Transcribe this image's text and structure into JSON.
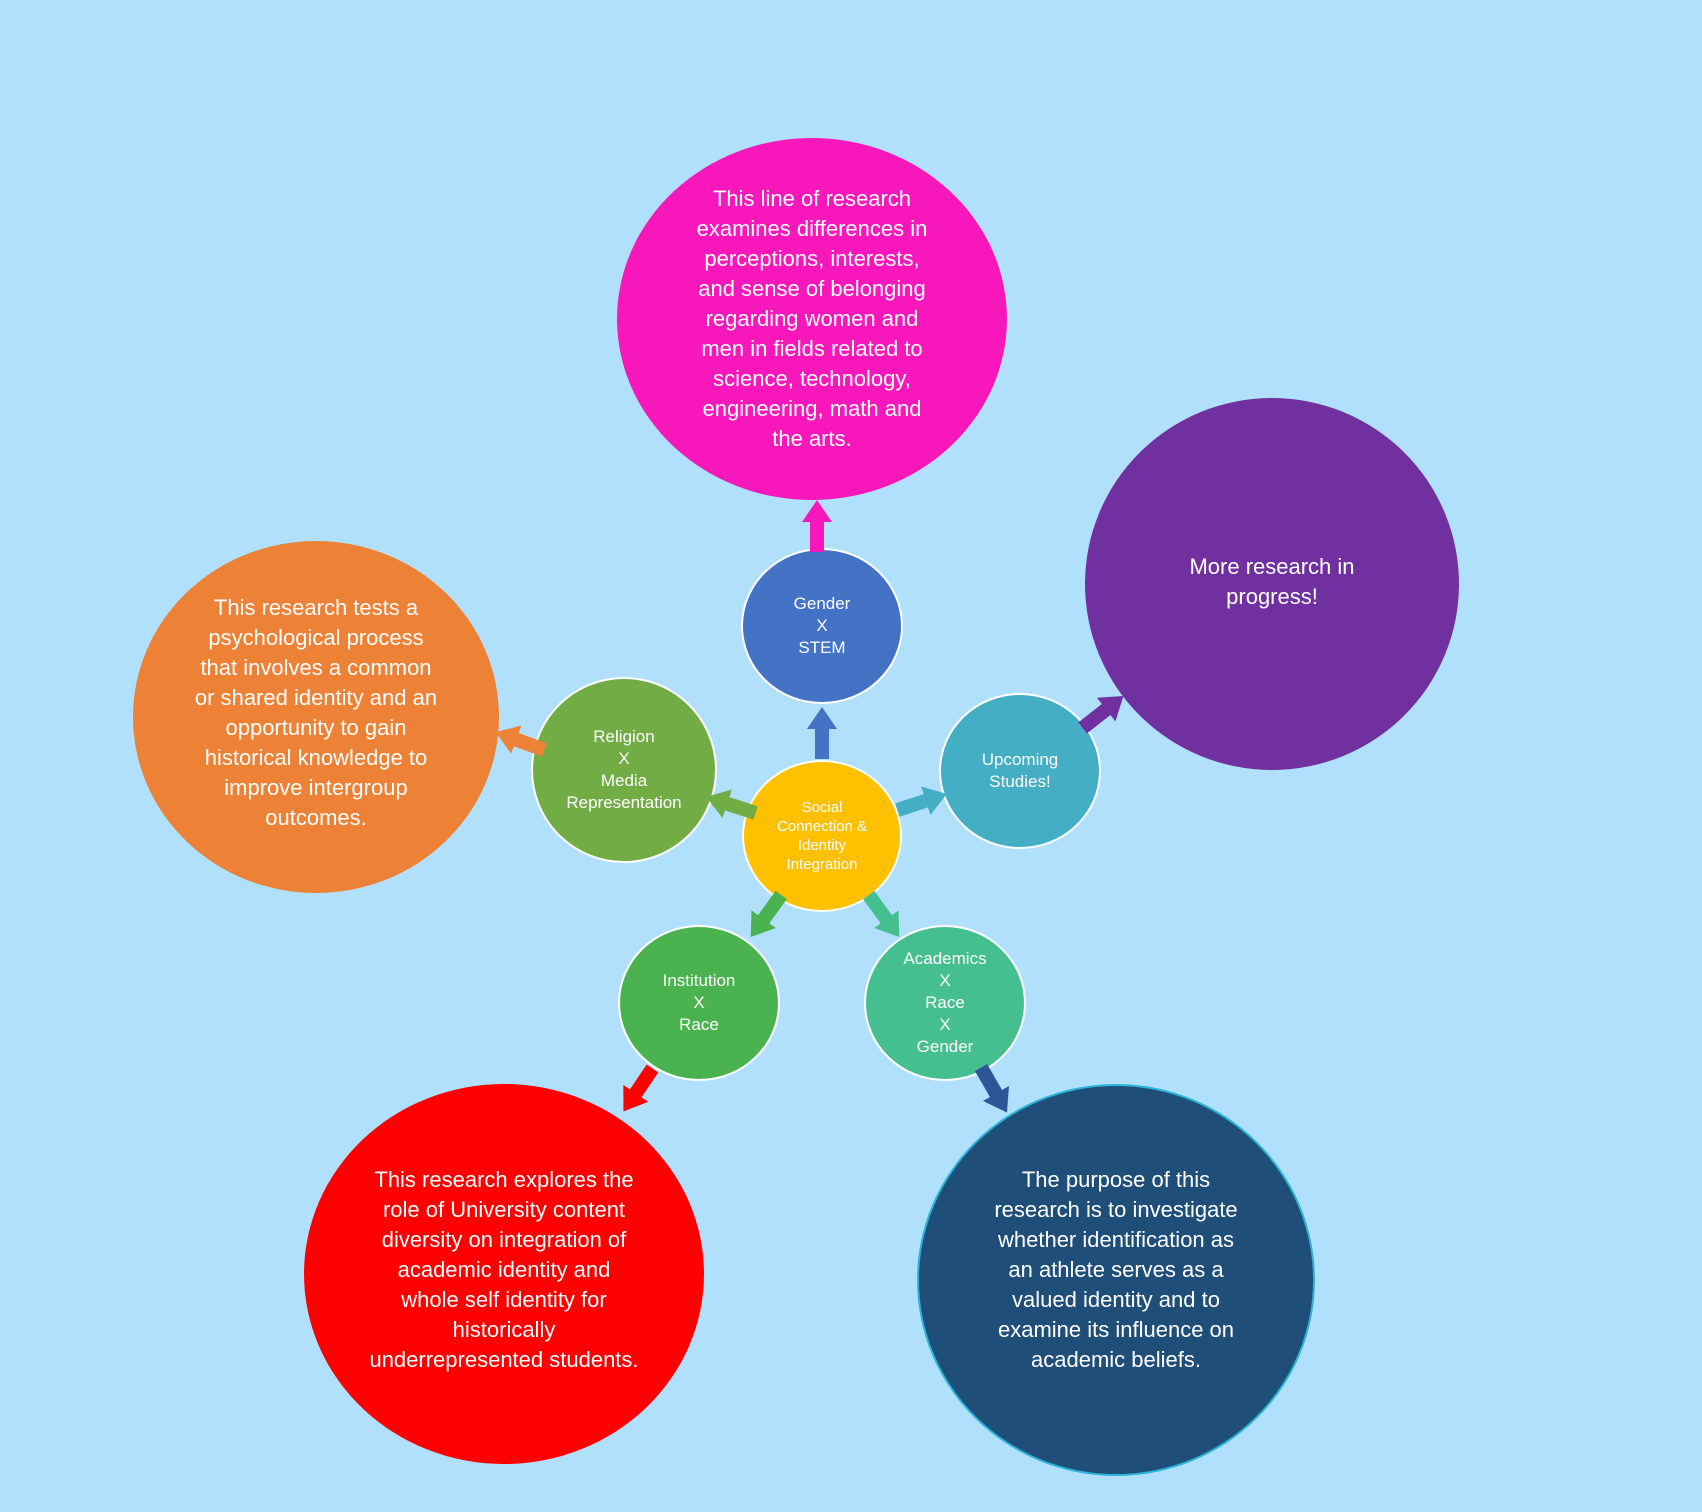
{
  "colors": {
    "background": "#b0e0fc",
    "hub": "#ffc000",
    "gender_stem": "#4472c4",
    "upcoming": "#44aec4",
    "academics": "#45bf8f",
    "institution": "#4ab34f",
    "religion": "#71ac45",
    "pink": "#f817bb",
    "purple": "#7030a0",
    "navy": "#1f4e79",
    "red": "#ff0000",
    "orange": "#ed8136"
  },
  "hub": {
    "label": "Social\nConnection &\nIdentity\nIntegration"
  },
  "branches": [
    {
      "id": "gender-stem",
      "label": "Gender\nX\nSTEM",
      "description": "This line of research examines differences in perceptions, interests, and sense of belonging regarding women and men in fields related to science, technology, engineering, math and the arts."
    },
    {
      "id": "upcoming",
      "label": "Upcoming\nStudies!",
      "description": "More research in progress!"
    },
    {
      "id": "academics-race-gender",
      "label": "Academics\nX\nRace\nX\nGender",
      "description": "The purpose of this research is to investigate whether identification as an athlete serves as a valued identity and to examine its influence on academic beliefs."
    },
    {
      "id": "institution-race",
      "label": "Institution\nX\nRace",
      "description": "This research explores the role of University content diversity on integration of academic identity and whole self identity for historically underrepresented students."
    },
    {
      "id": "religion-media",
      "label": "Religion\nX\nMedia\nRepresentation",
      "description": "This research tests a psychological process that involves a common or shared identity and an opportunity to gain historical knowledge to improve intergroup outcomes."
    }
  ]
}
